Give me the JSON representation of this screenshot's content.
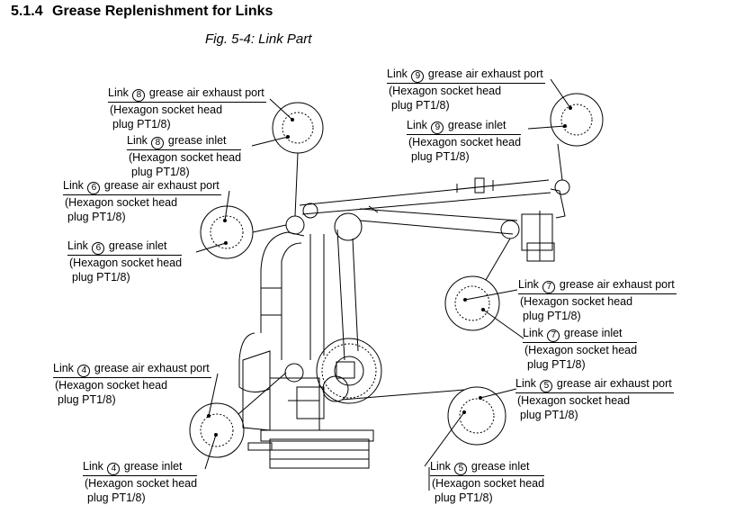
{
  "heading": {
    "number": "5.1.4",
    "title": "Grease Replenishment for Links"
  },
  "figure_caption": "Fig. 5-4: Link Part",
  "labels": {
    "l8_exhaust": {
      "prefix": "Link",
      "num": "8",
      "text": "grease air exhaust port",
      "line2": "(Hexagon socket head",
      "line3": "plug PT1/8)"
    },
    "l8_inlet": {
      "prefix": "Link",
      "num": "8",
      "text": "grease inlet",
      "line2": "(Hexagon socket head",
      "line3": "plug PT1/8)"
    },
    "l9_exhaust": {
      "prefix": "Link",
      "num": "9",
      "text": "grease air exhaust port",
      "line2": "(Hexagon socket head",
      "line3": "plug PT1/8)"
    },
    "l9_inlet": {
      "prefix": "Link",
      "num": "9",
      "text": "grease inlet",
      "line2": "(Hexagon socket head",
      "line3": "plug PT1/8)"
    },
    "l6_exhaust": {
      "prefix": "Link",
      "num": "6",
      "text": "grease air exhaust port",
      "line2": "(Hexagon socket head",
      "line3": "plug PT1/8)"
    },
    "l6_inlet": {
      "prefix": "Link",
      "num": "6",
      "text": "grease inlet",
      "line2": "(Hexagon socket head",
      "line3": "plug PT1/8)"
    },
    "l7_exhaust": {
      "prefix": "Link",
      "num": "7",
      "text": "grease air exhaust port",
      "line2": "(Hexagon socket head",
      "line3": "plug PT1/8)"
    },
    "l7_inlet": {
      "prefix": "Link",
      "num": "7",
      "text": "grease inlet",
      "line2": "(Hexagon socket head",
      "line3": "plug PT1/8)"
    },
    "l4_exhaust": {
      "prefix": "Link",
      "num": "4",
      "text": "grease air exhaust port",
      "line2": "(Hexagon socket head",
      "line3": "plug PT1/8)"
    },
    "l4_inlet": {
      "prefix": "Link",
      "num": "4",
      "text": "grease inlet",
      "line2": "(Hexagon socket head",
      "line3": "plug PT1/8)"
    },
    "l5_exhaust": {
      "prefix": "Link",
      "num": "5",
      "text": "grease air exhaust port",
      "line2": "(Hexagon socket head",
      "line3": "plug PT1/8)"
    },
    "l5_inlet": {
      "prefix": "Link",
      "num": "5",
      "text": "grease inlet",
      "line2": "(Hexagon socket head",
      "line3": "plug PT1/8)"
    }
  }
}
